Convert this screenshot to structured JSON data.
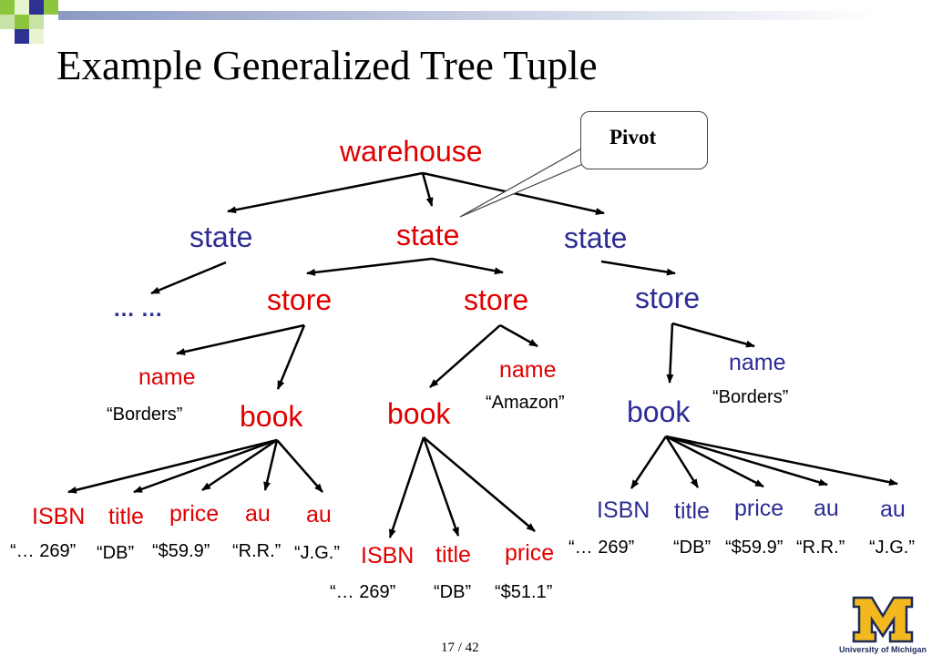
{
  "slide": {
    "title": "Example Generalized Tree Tuple",
    "page_number": "17 / 42",
    "logo_text": "University of Michigan",
    "logo_letter": "M"
  },
  "callout": {
    "label": "Pivot"
  },
  "tree": {
    "root": "warehouse",
    "state_left": "state",
    "state_mid": "state",
    "state_right": "state",
    "ellipsis": "… …",
    "store_a": "store",
    "store_b": "store",
    "store_c": "store",
    "name_a": "name",
    "name_a_value": "“Borders”",
    "name_b": "name",
    "name_b_value": "“Amazon”",
    "name_c": "name",
    "name_c_value": "“Borders”",
    "book_a": "book",
    "book_b": "book",
    "book_c": "book",
    "book_a_children": {
      "isbn": "ISBN",
      "title": "title",
      "price": "price",
      "au1": "au",
      "au2": "au",
      "isbn_value": "“… 269”",
      "title_value": "“DB”",
      "price_value": "“$59.9”",
      "au1_value": "“R.R.”",
      "au2_value": "“J.G.”"
    },
    "book_b_children": {
      "isbn": "ISBN",
      "title": "title",
      "price": "price",
      "isbn_value": "“… 269”",
      "title_value": "“DB”",
      "price_value": "“$51.1”"
    },
    "book_c_children": {
      "isbn": "ISBN",
      "title": "title",
      "price": "price",
      "au1": "au",
      "au2": "au",
      "isbn_value": "“… 269”",
      "title_value": "“DB”",
      "price_value": "“$59.9”",
      "au1_value": "“R.R.”",
      "au2_value": "“J.G.”"
    }
  },
  "colors": {
    "red_nodes": "#e00000",
    "blue_nodes": "#2d2d94",
    "logo_maize": "#f2b81e",
    "logo_blue": "#1b2a5b"
  }
}
